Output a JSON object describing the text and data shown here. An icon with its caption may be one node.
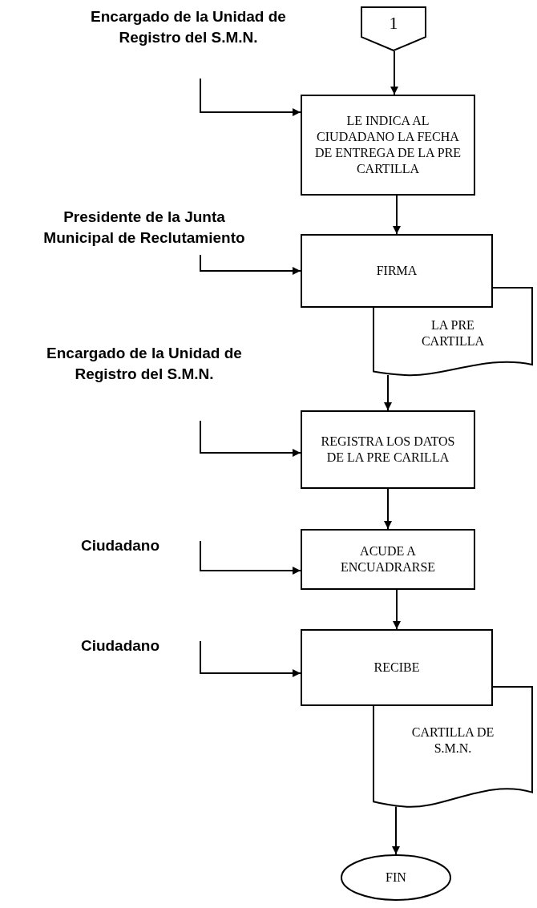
{
  "diagram": {
    "nodes": [
      {
        "text": [
          "1"
        ]
      },
      {
        "text": [
          "LE INDICA AL CIUDADANO LA FECHA DE ENTREGA DE LA PRE CARTILLA"
        ]
      },
      {
        "text": [
          "FIRMA"
        ]
      },
      {
        "text": [
          "LA PRE CARTILLA"
        ]
      },
      {
        "text": [
          "REGISTRA LOS DATOS DE LA PRE CARILLA"
        ]
      },
      {
        "text": [
          "ACUDE A ENCUADRARSE"
        ]
      },
      {
        "text": [
          "RECIBE"
        ]
      },
      {
        "text": [
          "CARTILLA DE S.M.N."
        ]
      },
      {
        "text": [
          "FIN"
        ]
      }
    ],
    "edges": [
      {
        "from": 0,
        "to": 1,
        "arrow": "to"
      },
      {
        "from": null,
        "to": 1,
        "arrow": "to"
      },
      {
        "from": 1,
        "to": 2,
        "arrow": "to"
      },
      {
        "from": null,
        "to": 2,
        "arrow": "to"
      },
      {
        "from": 3,
        "to": 4,
        "arrow": "to"
      },
      {
        "from": null,
        "to": 4,
        "arrow": "to"
      },
      {
        "from": 4,
        "to": 5,
        "arrow": "to"
      },
      {
        "from": null,
        "to": 5,
        "arrow": "to"
      },
      {
        "from": 5,
        "to": 6,
        "arrow": "to"
      },
      {
        "from": null,
        "to": 6,
        "arrow": "to"
      },
      {
        "from": 7,
        "to": 8,
        "arrow": "to"
      }
    ],
    "labels": [
      "Encargado de la Unidad de Registro del S.M.N.",
      "Presidente de la Junta Municipal de Reclutamiento",
      "Encargado de la Unidad de Registro del S.M.N.",
      "Ciudadano",
      "Ciudadano"
    ]
  }
}
